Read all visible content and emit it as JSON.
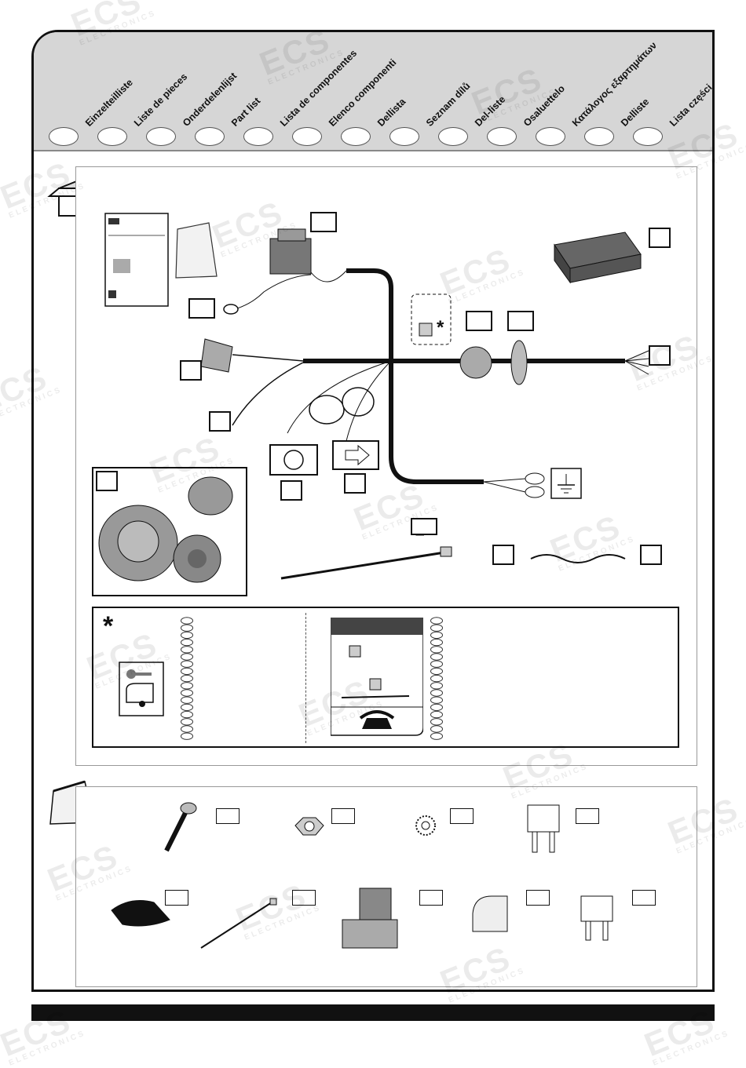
{
  "languages": [
    "Einzelteilliste",
    "Liste de pieces",
    "Onderdelenlijst",
    "Part list",
    "Lista de componentes",
    "Elenco componenti",
    "Dellista",
    "Seznam dílů",
    "Del-liste",
    "Osaluettelo",
    "Κατάλογος εξαρτημάτων",
    "Delliste",
    "Lista części"
  ],
  "watermark": {
    "brand": "ECS",
    "sub": "ELECTRONICS"
  },
  "legend": {
    "asterisk": "*"
  },
  "harness": {
    "asterisk": "*"
  },
  "colors": {
    "frame": "#111111",
    "header": "#d6d6d6",
    "cable": "#111111"
  }
}
